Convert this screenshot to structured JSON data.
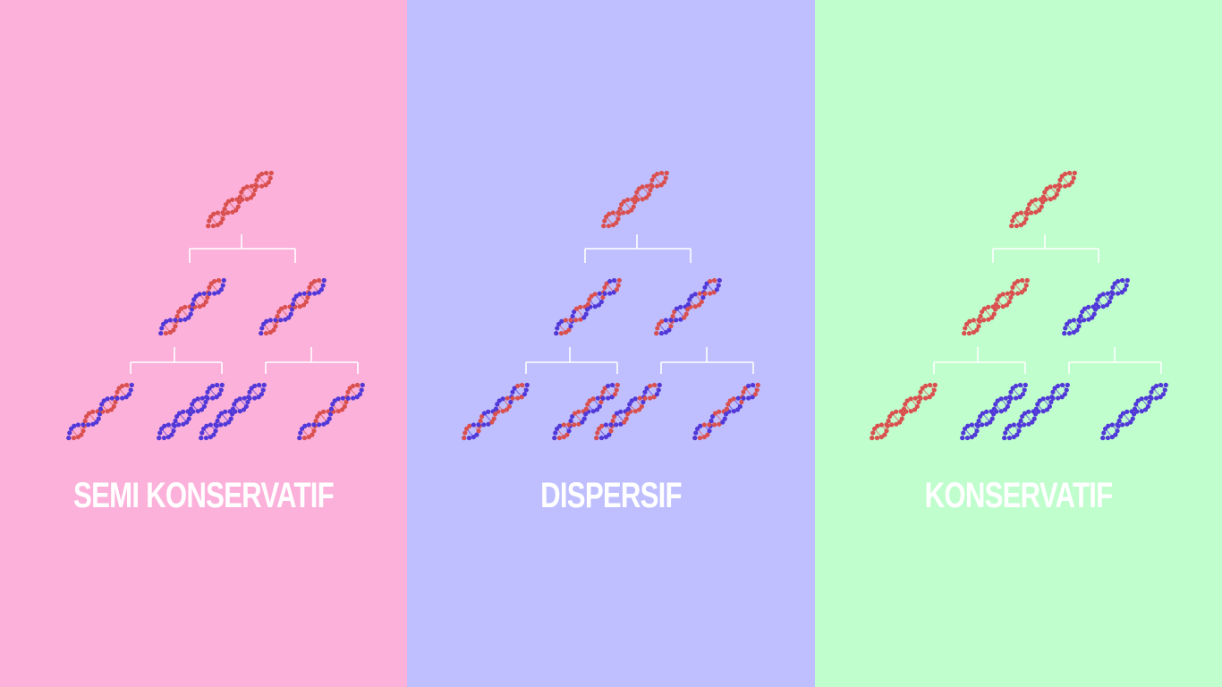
{
  "panels": [
    {
      "title": "SEMI KONSERVATIF",
      "background": "#fbb1da",
      "generations": [
        [
          {
            "strand_a": "red",
            "strand_b": "red"
          }
        ],
        [
          {
            "strand_a": "red",
            "strand_b": "blue"
          },
          {
            "strand_a": "red",
            "strand_b": "blue"
          }
        ],
        [
          {
            "strand_a": "red",
            "strand_b": "blue"
          },
          {
            "strand_a": "blue",
            "strand_b": "blue"
          },
          {
            "strand_a": "blue",
            "strand_b": "blue"
          },
          {
            "strand_a": "red",
            "strand_b": "blue"
          }
        ]
      ]
    },
    {
      "title": "DISPERSIF",
      "background": "#bfbfff",
      "generations": [
        [
          {
            "strand_a": "red",
            "strand_b": "red"
          }
        ],
        [
          {
            "strand_a": "mixed",
            "strand_b": "mixed"
          },
          {
            "strand_a": "mixed",
            "strand_b": "mixed"
          }
        ],
        [
          {
            "strand_a": "mixed",
            "strand_b": "mixed"
          },
          {
            "strand_a": "mixed",
            "strand_b": "mixed"
          },
          {
            "strand_a": "mixed",
            "strand_b": "mixed"
          },
          {
            "strand_a": "mixed",
            "strand_b": "mixed"
          }
        ]
      ]
    },
    {
      "title": "KONSERVATIF",
      "background": "#c0fecd",
      "generations": [
        [
          {
            "strand_a": "red",
            "strand_b": "red"
          }
        ],
        [
          {
            "strand_a": "red",
            "strand_b": "red"
          },
          {
            "strand_a": "blue",
            "strand_b": "blue"
          }
        ],
        [
          {
            "strand_a": "red",
            "strand_b": "red"
          },
          {
            "strand_a": "blue",
            "strand_b": "blue"
          },
          {
            "strand_a": "blue",
            "strand_b": "blue"
          },
          {
            "strand_a": "blue",
            "strand_b": "blue"
          }
        ]
      ]
    }
  ],
  "colors": {
    "red": "#d9504f",
    "blue": "#5138d8",
    "connector": "#ffffff"
  }
}
